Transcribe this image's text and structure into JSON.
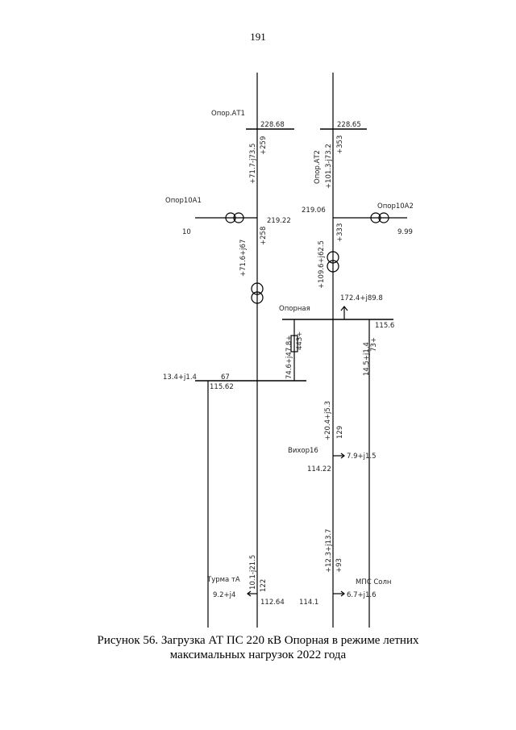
{
  "page": {
    "number": "191"
  },
  "caption": {
    "line1": "Рисунок 56. Загрузка АТ ПС 220 кВ Опорная в режиме летних",
    "line2": "максимальных нагрузок 2022 года"
  },
  "nodes": {
    "opor_at1": {
      "name": "Опор.АТ1",
      "voltage": "228.68"
    },
    "opor_at2": {
      "name": "Опор.АТ2",
      "voltage": "228.65"
    },
    "opor10a1": {
      "name": "Опор10А1",
      "voltage": "10"
    },
    "opor10a2": {
      "name": "Опор10А2",
      "voltage": "9.99"
    },
    "neutral_left": {
      "voltage": "219.22"
    },
    "neutral_right": {
      "voltage": "219.06"
    },
    "opornaya": {
      "name": "Опорная",
      "voltage": "115.6"
    },
    "left_bus": {
      "voltage": "115.62"
    },
    "vihorl6": {
      "name": "Вихор16",
      "voltage": "114.22"
    },
    "turma": {
      "name": "Турма тА",
      "voltage": "112.64"
    },
    "mps": {
      "name": "МПС Солн",
      "voltage": "114.1"
    },
    "bottom_mid": {
      "voltage": "114.1"
    }
  },
  "flows": {
    "at1_upper": "+71.7-j73.5",
    "at1_upper_current": "+259",
    "at2_upper": "+101.3-j73.2",
    "at2_upper_current": "+353",
    "at1_lower": "+71.6+j67",
    "at1_lower_current": "+258",
    "at2_lower": "+109.6+j62.5",
    "at2_lower_current": "+333",
    "load_opornaya": "172.4+j89.8",
    "cross_link": "74.6+j47.8+",
    "cross_link_current": "443+",
    "right_line": "14.5+j1.4",
    "right_line_current": "73+",
    "left_inflow": "13.4+j1.4",
    "left_bus_current": "67",
    "mid_line": "+20.4+j5.3",
    "mid_line_current": "129",
    "vihorl6_load": "7.9+j1.5",
    "turma_line": "10.1-j21.5",
    "turma_line_current": "122",
    "turma_load": "9.2+j4",
    "mps_line": "+12.3+j13.7",
    "mps_line_current": "+93",
    "mps_load": "6.7+j1.6"
  },
  "colors": {
    "line": "#000000",
    "text": "#222222"
  }
}
